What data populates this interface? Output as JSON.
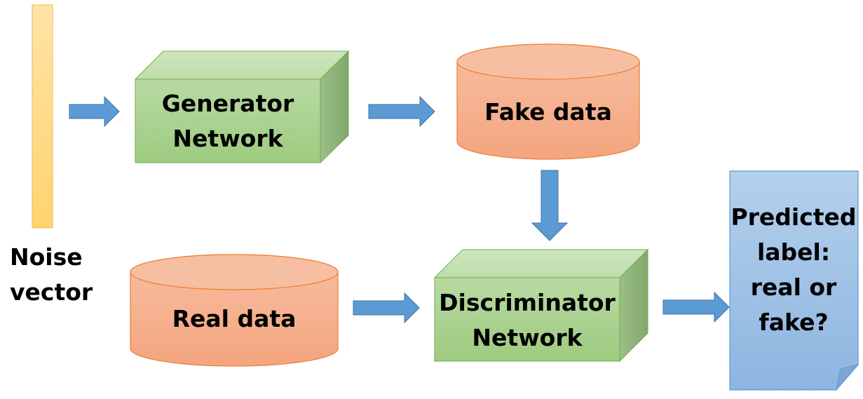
{
  "noise_vector": {
    "label_line1": "Noise",
    "label_line2": "vector"
  },
  "generator": {
    "label_line1": "Generator",
    "label_line2": "Network"
  },
  "fake_data": {
    "label": "Fake data"
  },
  "real_data": {
    "label": "Real data"
  },
  "discriminator": {
    "label_line1": "Discriminator",
    "label_line2": "Network"
  },
  "output": {
    "line1": "Predicted",
    "line2": "label:",
    "line3": "real or",
    "line4": "fake?"
  },
  "colors": {
    "noise_fill": "#FFD87F",
    "network_fill": "#A9D18E",
    "database_fill": "#F4B183",
    "document_fill": "#9DC3E6",
    "arrow_fill": "#5B9BD5"
  }
}
